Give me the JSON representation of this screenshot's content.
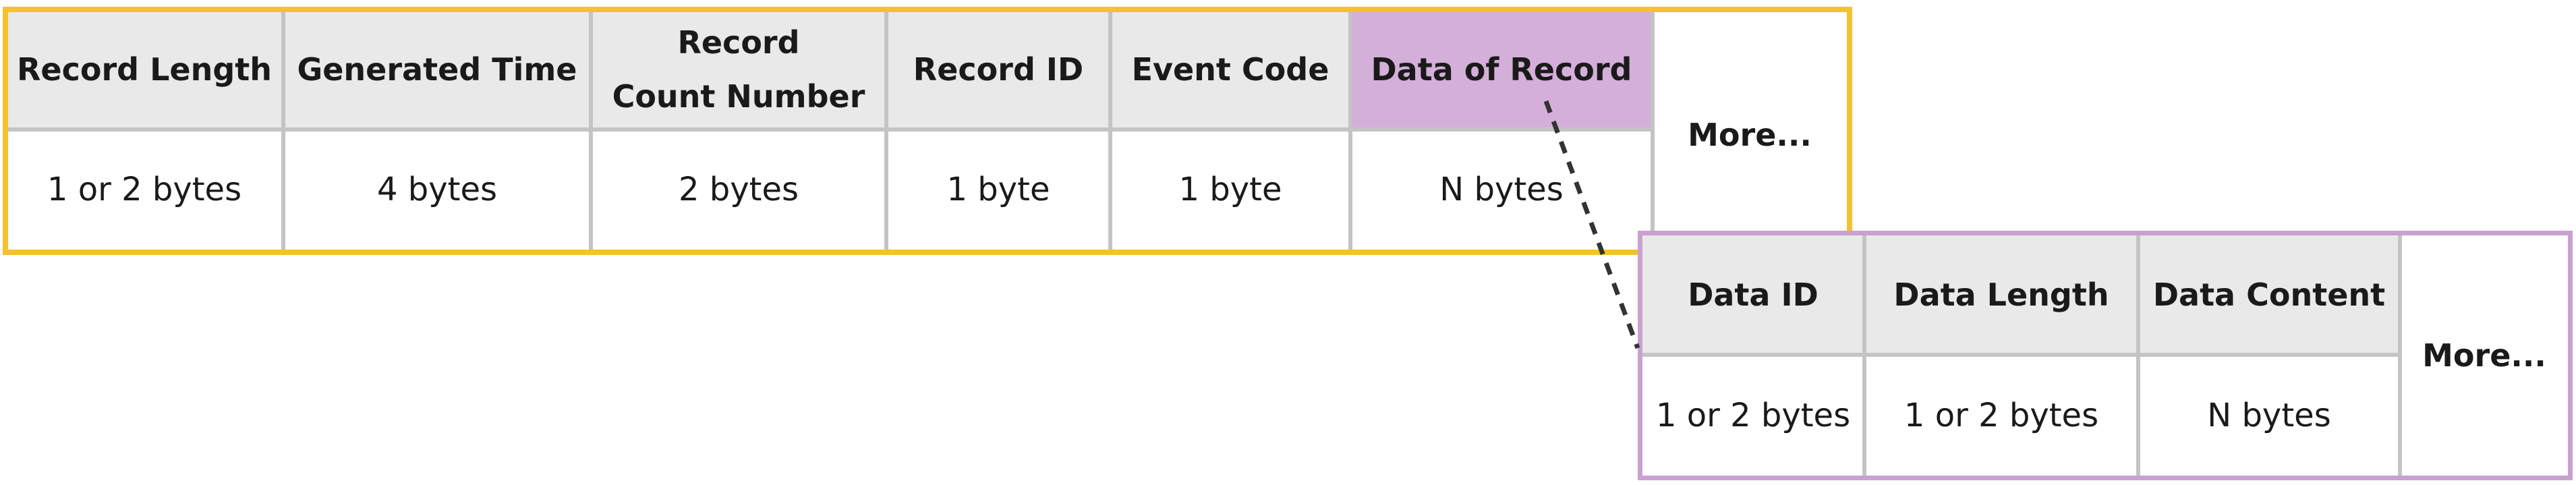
{
  "record_table": {
    "headers": [
      "Record Length",
      "Generated Time",
      "Record Count Number",
      "Record ID",
      "Event Code",
      "Data of Record"
    ],
    "header_lines": {
      "record_count_1": "Record",
      "record_count_2": "Count Number"
    },
    "values": [
      "1 or 2 bytes",
      "4 bytes",
      "2 bytes",
      "1 byte",
      "1 byte",
      "N bytes"
    ],
    "more": "More..."
  },
  "data_table": {
    "headers": [
      "Data ID",
      "Data Length",
      "Data Content"
    ],
    "values": [
      "1 or 2 bytes",
      "1 or 2 bytes",
      "N bytes"
    ],
    "more": "More..."
  },
  "colors": {
    "record_frame": "#f5c12e",
    "data_frame": "#c9a1d0",
    "highlight": "#d4afd9",
    "header_bg": "#e9e9e9",
    "grid": "#c4c4c4",
    "connector": "#333333"
  }
}
